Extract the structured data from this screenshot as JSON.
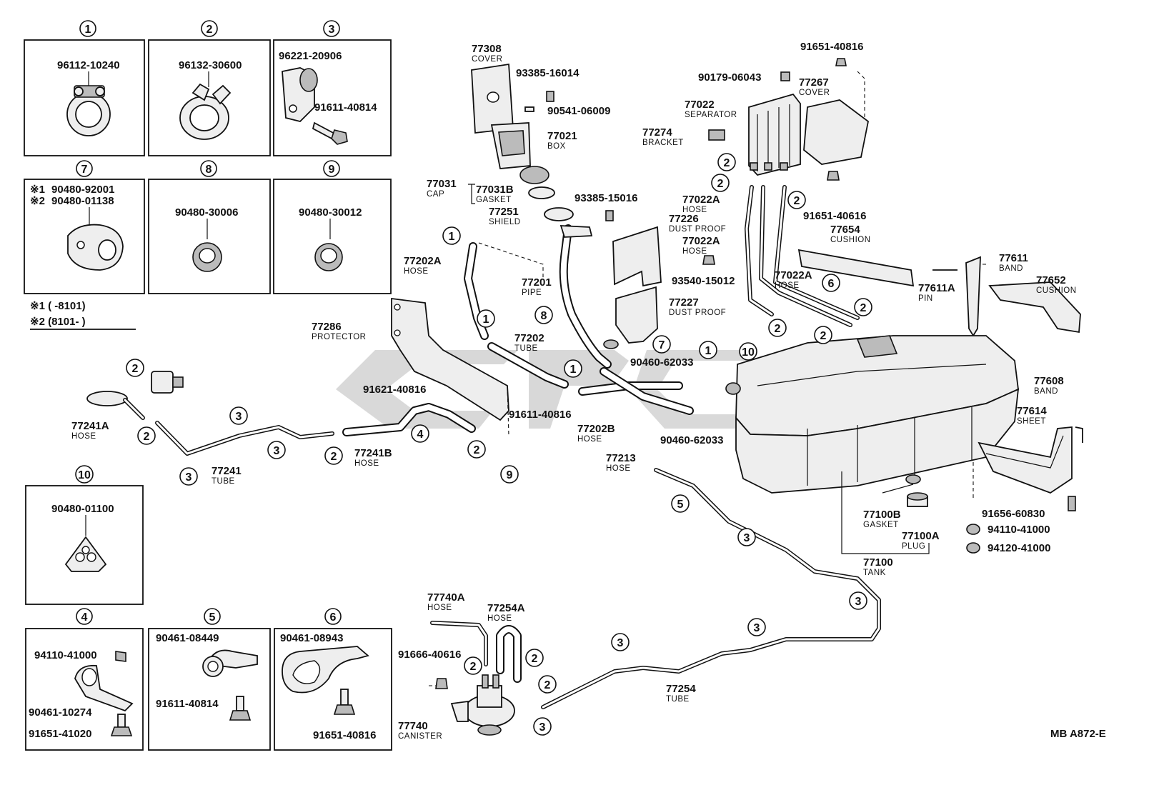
{
  "boxes": {
    "b1": {
      "num": "1",
      "parts": [
        "96112-10240"
      ]
    },
    "b2": {
      "num": "2",
      "parts": [
        "96132-30600"
      ]
    },
    "b3": {
      "num": "3",
      "parts": [
        "96221-20906",
        "91611-40814"
      ]
    },
    "b7": {
      "num": "7",
      "parts": [
        "90480-92001",
        "90480-01138"
      ],
      "marks": [
        "※1",
        "※2"
      ],
      "notes": [
        "※1 (        -8101)",
        "※2 (8101-        )"
      ]
    },
    "b8": {
      "num": "8",
      "parts": [
        "90480-30006"
      ]
    },
    "b9": {
      "num": "9",
      "parts": [
        "90480-30012"
      ]
    },
    "b10": {
      "num": "10",
      "parts": [
        "90480-01100"
      ]
    },
    "b4": {
      "num": "4",
      "parts": [
        "94110-41000",
        "90461-10274",
        "91651-41020"
      ]
    },
    "b5": {
      "num": "5",
      "parts": [
        "90461-08449",
        "91611-40814"
      ]
    },
    "b6": {
      "num": "6",
      "parts": [
        "90461-08943",
        "91651-40816"
      ]
    }
  },
  "labels": [
    {
      "id": "l77308",
      "code": "77308",
      "name": "COVER"
    },
    {
      "id": "l77021",
      "code": "77021",
      "name": "BOX"
    },
    {
      "id": "l77031",
      "code": "77031",
      "name": "CAP"
    },
    {
      "id": "l77031b",
      "code": "77031B",
      "name": "GASKET"
    },
    {
      "id": "l77251",
      "code": "77251",
      "name": "SHIELD"
    },
    {
      "id": "l77202a",
      "code": "77202A",
      "name": "HOSE"
    },
    {
      "id": "l77201",
      "code": "77201",
      "name": "PIPE"
    },
    {
      "id": "l77226",
      "code": "77226",
      "name": "DUST PROOF"
    },
    {
      "id": "l77227",
      "code": "77227",
      "name": "DUST PROOF"
    },
    {
      "id": "l77286",
      "code": "77286",
      "name": "PROTECTOR"
    },
    {
      "id": "l77202",
      "code": "77202",
      "name": "TUBE"
    },
    {
      "id": "l77202b",
      "code": "77202B",
      "name": "HOSE"
    },
    {
      "id": "l77213",
      "code": "77213",
      "name": "HOSE"
    },
    {
      "id": "l77241a",
      "code": "77241A",
      "name": "HOSE"
    },
    {
      "id": "l77241",
      "code": "77241",
      "name": "TUBE"
    },
    {
      "id": "l77241b",
      "code": "77241B",
      "name": "HOSE"
    },
    {
      "id": "l77022",
      "code": "77022",
      "name": "SEPARATOR"
    },
    {
      "id": "l77267",
      "code": "77267",
      "name": "COVER"
    },
    {
      "id": "l77274",
      "code": "77274",
      "name": "BRACKET"
    },
    {
      "id": "l77022a1",
      "code": "77022A",
      "name": "HOSE"
    },
    {
      "id": "l77022a2",
      "code": "77022A",
      "name": "HOSE"
    },
    {
      "id": "l77022a3",
      "code": "77022A",
      "name": "HOSE"
    },
    {
      "id": "l77654",
      "code": "77654",
      "name": "CUSHION"
    },
    {
      "id": "l77611",
      "code": "77611",
      "name": "BAND"
    },
    {
      "id": "l77611a",
      "code": "77611A",
      "name": "PIN"
    },
    {
      "id": "l77652",
      "code": "77652",
      "name": "CUSHION"
    },
    {
      "id": "l77608",
      "code": "77608",
      "name": "BAND"
    },
    {
      "id": "l77614",
      "code": "77614",
      "name": "SHEET"
    },
    {
      "id": "l77100b",
      "code": "77100B",
      "name": "GASKET"
    },
    {
      "id": "l77100a",
      "code": "77100A",
      "name": "PLUG"
    },
    {
      "id": "l77100",
      "code": "77100",
      "name": "TANK"
    },
    {
      "id": "l77740a",
      "code": "77740A",
      "name": "HOSE"
    },
    {
      "id": "l77254a",
      "code": "77254A",
      "name": "HOSE"
    },
    {
      "id": "l77740",
      "code": "77740",
      "name": "CANISTER"
    },
    {
      "id": "l77254",
      "code": "77254",
      "name": "TUBE"
    }
  ],
  "part_numbers": [
    {
      "id": "p93385-16014",
      "text": "93385-16014"
    },
    {
      "id": "p90541-06009",
      "text": "90541-06009"
    },
    {
      "id": "p93385-15016",
      "text": "93385-15016"
    },
    {
      "id": "p93540-15012",
      "text": "93540-15012"
    },
    {
      "id": "p90460-62033a",
      "text": "90460-62033"
    },
    {
      "id": "p90460-62033b",
      "text": "90460-62033"
    },
    {
      "id": "p91621-40816",
      "text": "91621-40816"
    },
    {
      "id": "p91611-40816",
      "text": "91611-40816"
    },
    {
      "id": "p91651-40816",
      "text": "91651-40816"
    },
    {
      "id": "p90179-06043",
      "text": "90179-06043"
    },
    {
      "id": "p91651-40616",
      "text": "91651-40616"
    },
    {
      "id": "p91656-60830",
      "text": "91656-60830"
    },
    {
      "id": "p94110-41000",
      "text": "94110-41000"
    },
    {
      "id": "p94120-41000",
      "text": "94120-41000"
    },
    {
      "id": "p91666-40616",
      "text": "91666-40616"
    }
  ],
  "footer": {
    "code": "MB  A872-E"
  },
  "watermark": {
    "text": "CPC"
  }
}
